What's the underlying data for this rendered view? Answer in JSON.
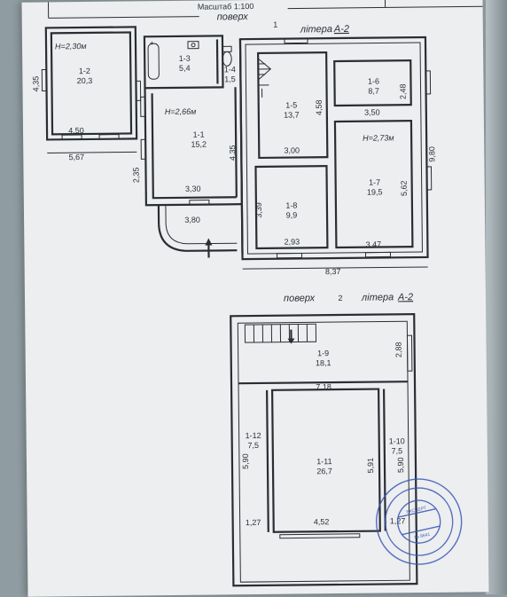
{
  "header": {
    "scale": "Масштаб 1:100",
    "floor_word": "поверх",
    "litera_word": "літера",
    "floor1_num": "1",
    "floor2_num": "2",
    "litera_code": "А-2"
  },
  "floor1": {
    "rooms": [
      {
        "id": "1-2",
        "area": "20,3",
        "height": "H=2,30м"
      },
      {
        "id": "1-3",
        "area": "5,4"
      },
      {
        "id": "1-4",
        "area": "1,5"
      },
      {
        "id": "1-1",
        "area": "15,2",
        "height": "H=2,66м"
      },
      {
        "id": "1-5",
        "area": "13,7"
      },
      {
        "id": "1-6",
        "area": "8,7"
      },
      {
        "id": "1-7",
        "area": "19,5",
        "height": "H=2,73м"
      },
      {
        "id": "1-8",
        "area": "9,9"
      }
    ],
    "dims": {
      "d_4_50": "4,50",
      "d_5_67": "5,67",
      "d_4_35_left": "4,35",
      "d_4_35": "4,35",
      "d_2_35": "2,35",
      "d_3_30": "3,30",
      "d_3_80": "3,80",
      "d_4_58": "4,58",
      "d_3_00": "3,00",
      "d_2_48": "2,48",
      "d_3_50": "3,50",
      "d_9_80": "9,80",
      "d_5_62": "5,62",
      "d_3_39": "3,39",
      "d_2_93": "2,93",
      "d_3_47": "3,47",
      "d_8_37": "8,37"
    }
  },
  "floor2": {
    "rooms": [
      {
        "id": "1-9",
        "area": "18,1"
      },
      {
        "id": "1-12",
        "area": "7,5"
      },
      {
        "id": "1-11",
        "area": "26,7"
      },
      {
        "id": "1-10",
        "area": "7,5"
      }
    ],
    "dims": {
      "d_2_88": "2,88",
      "d_7_18": "7,18",
      "d_5_90_left": "5,90",
      "d_5_91": "5,91",
      "d_5_90_right": "5,90",
      "d_1_27": "1,27",
      "d_4_52": "4,52",
      "d_1_27_right": "1,27"
    }
  },
  "stamp": {
    "center": "ЕКСПЕРТ",
    "number": "№ 8641"
  }
}
